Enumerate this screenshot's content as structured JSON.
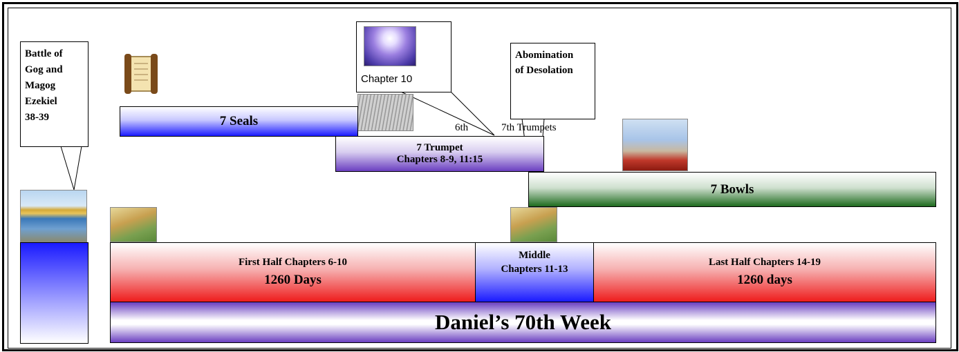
{
  "callouts": {
    "gog": [
      "Battle of",
      "Gog and",
      "Magog",
      "Ezekiel",
      "38-39"
    ],
    "chapter10": "Chapter 10",
    "abomination": [
      "Abomination",
      "of Desolation"
    ]
  },
  "bars": {
    "seals": "7 Seals",
    "trumpet_title": "7 Trumpet",
    "trumpet_chapters": "Chapters 8-9, 11:15",
    "bowls": "7 Bowls",
    "first_half": "First Half  Chapters 6-10",
    "first_half_days": "1260 Days",
    "middle": "Middle",
    "middle_chapters": "Chapters 11-13",
    "last_half": "Last Half  Chapters 14-19",
    "last_half_days": "1260 days",
    "daniel": "Daniel’s 70th Week"
  },
  "labels": {
    "sixth": "6th",
    "seventh": "7th Trumpets"
  },
  "images": {
    "scroll": "scroll-icon",
    "dome": "dome-of-the-rock-image",
    "temple": "temple-image",
    "angel": "angel-image",
    "crowd": "crowd-engraving-image",
    "bowls": "bowls-painting-image"
  },
  "colors": {
    "blue": "#1a1aff",
    "purple": "#6a3fc0",
    "red": "#ee1c1c",
    "green": "#1e6b1e"
  }
}
